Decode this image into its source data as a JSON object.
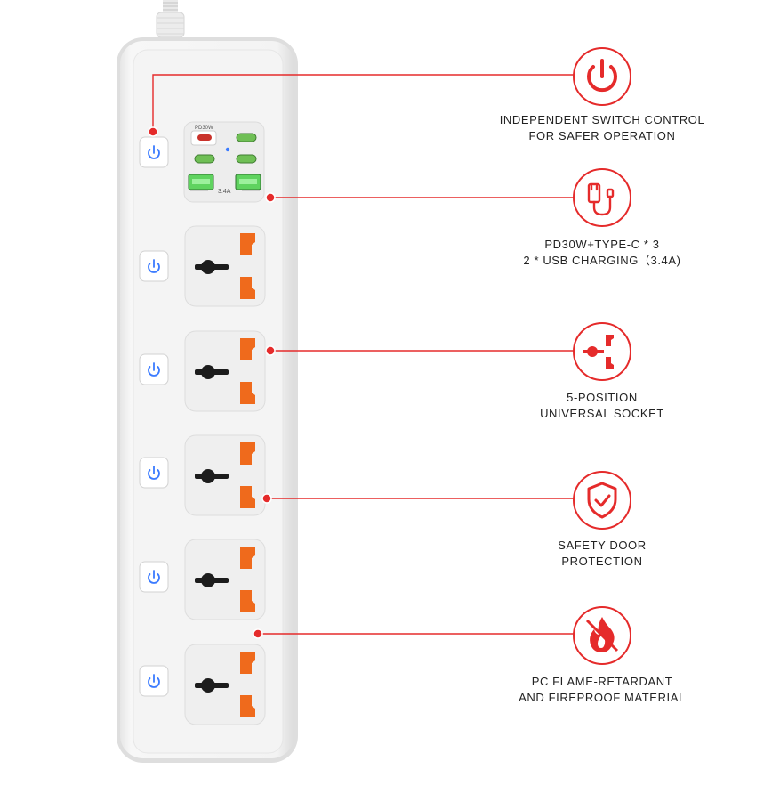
{
  "product": {
    "port_labels": {
      "pd": "PD30W",
      "usb": "3.4A"
    }
  },
  "features": [
    {
      "icon": "power-icon",
      "lines": [
        "INDEPENDENT SWITCH CONTROL",
        "FOR SAFER OPERATION"
      ]
    },
    {
      "icon": "usb-cable-icon",
      "lines": [
        "PD30W+TYPE-C * 3",
        "2 * USB CHARGING（3.4A)"
      ]
    },
    {
      "icon": "universal-socket-icon",
      "lines": [
        "5-POSITION",
        "UNIVERSAL SOCKET"
      ]
    },
    {
      "icon": "shield-check-icon",
      "lines": [
        "SAFETY DOOR",
        "PROTECTION"
      ]
    },
    {
      "icon": "no-fire-icon",
      "lines": [
        "PC FLAME-RETARDANT",
        "AND FIREPROOF MATERIAL"
      ]
    }
  ],
  "colors": {
    "accent": "#e52b2b",
    "socket_orange": "#ef6a1c",
    "usb_green": "#5fd35f",
    "switch_blue": "#3b7bff"
  }
}
